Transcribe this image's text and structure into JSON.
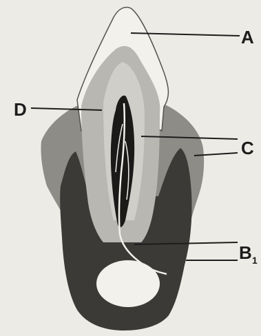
{
  "diagram": {
    "labels": {
      "A": "A",
      "B": "B",
      "B_subscript": "1",
      "C": "C",
      "D": "D"
    },
    "colors": {
      "background": "#ecebe5",
      "outer_tissue": "#8e8c86",
      "bone": "#3b3a37",
      "dentin": "#b8b7b1",
      "enamel": "#f2f1ec",
      "pulp": "#1b1a18",
      "ink": "#1e1c1c"
    }
  }
}
